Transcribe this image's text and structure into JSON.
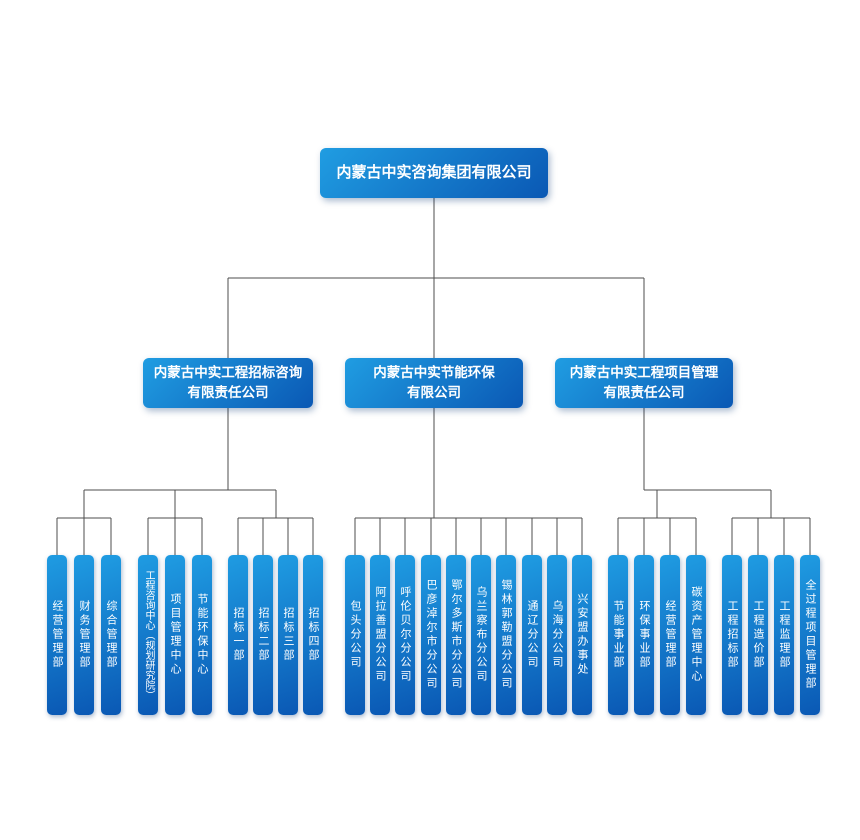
{
  "root": {
    "label": "内蒙古中实咨询集团有限公司"
  },
  "subsidiaries": [
    {
      "label": "内蒙古中实工程招标咨询\n有限责任公司"
    },
    {
      "label": "内蒙古中实节能环保\n有限公司"
    },
    {
      "label": "内蒙古中实工程项目管理\n有限责任公司"
    }
  ],
  "groups": {
    "g1": {
      "items": [
        "经营管理部",
        "财务管理部",
        "综合管理部"
      ]
    },
    "g2": {
      "items": [
        "工程咨询中心（规划研究院）",
        "项目管理中心",
        "节能环保中心"
      ]
    },
    "g3": {
      "items": [
        "招标一部",
        "招标二部",
        "招标三部",
        "招标四部"
      ]
    },
    "g4": {
      "items": [
        "包头分公司",
        "阿拉善盟分公司",
        "呼伦贝尔分公司",
        "巴彦淖尔市分公司",
        "鄂尔多斯市分公司",
        "乌兰察布分公司",
        "锡林郭勒盟分公司",
        "通辽分公司",
        "乌海分公司",
        "兴安盟办事处"
      ]
    },
    "g5": {
      "items": [
        "节能事业部",
        "环保事业部",
        "经营管理部",
        "碳资产管理中心"
      ]
    },
    "g6": {
      "items": [
        "工程招标部",
        "工程造价部",
        "工程监理部",
        "全过程项目管理部"
      ]
    }
  },
  "colors": {
    "box_blue_light": "#1f9ce2",
    "box_blue_dark": "#0a58b4",
    "connector": "#4d4d4d",
    "text": "#ffffff",
    "background": "#ffffff"
  }
}
